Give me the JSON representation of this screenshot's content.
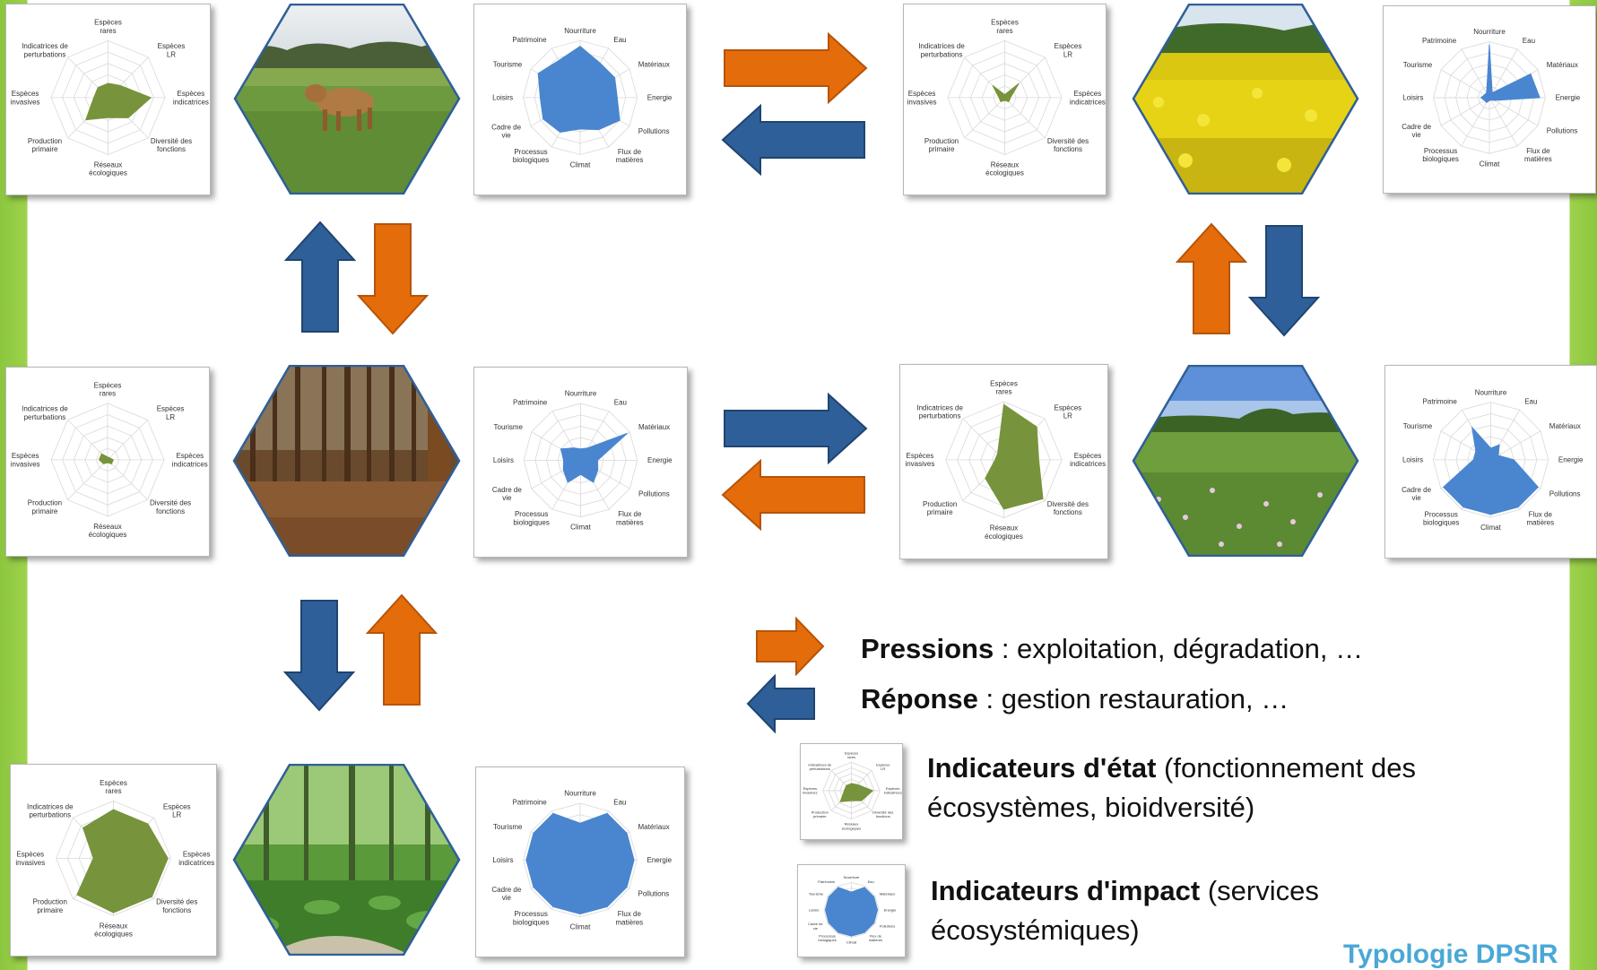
{
  "colors": {
    "state_fill": "#77933c",
    "impact_fill": "#4a86cf",
    "pressure_arrow": "#e46c0a",
    "response_arrow": "#2f5f98",
    "frame_green": "#8cc63f",
    "footer_text": "#49a8d6"
  },
  "state_axes": [
    "Espèces rares",
    "Espèces LR",
    "Espèces indicatrices",
    "Diversité des fonctions",
    "Réseaux écologiques",
    "Production primaire",
    "Espèces invasives",
    "Indicatrices de perturbations"
  ],
  "impact_axes": [
    "Nourriture",
    "Eau",
    "Matériaux",
    "Energie",
    "Pollutions",
    "Flux de matières",
    "Climat",
    "Processus biologiques",
    "Cadre de vie",
    "Loisirs",
    "Tourisme",
    "Patrimoine"
  ],
  "ecosystems": [
    {
      "id": "pasture",
      "photo": "pasture with a cow",
      "state_values": [
        0.25,
        0.3,
        0.75,
        0.5,
        0.35,
        0.55,
        0.25,
        0.25
      ],
      "impact_values": [
        0.9,
        0.7,
        0.7,
        0.65,
        0.8,
        0.65,
        0.55,
        0.7,
        0.75,
        0.7,
        0.85,
        0.75
      ]
    },
    {
      "id": "rapeseed",
      "photo": "rapeseed field",
      "state_values": [
        0.05,
        0.35,
        0.1,
        0.1,
        0.05,
        0.1,
        0.1,
        0.3
      ],
      "impact_values": [
        0.95,
        0.1,
        0.85,
        0.9,
        0.1,
        0.05,
        0.05,
        0.1,
        0.1,
        0.15,
        0.1,
        0.1
      ]
    },
    {
      "id": "plantation",
      "photo": "conifer plantation",
      "state_values": [
        0.05,
        0.05,
        0.1,
        0.1,
        0.05,
        0.1,
        0.15,
        0.15
      ],
      "impact_values": [
        0.2,
        0.25,
        0.95,
        0.3,
        0.35,
        0.45,
        0.25,
        0.45,
        0.35,
        0.3,
        0.4,
        0.25
      ]
    },
    {
      "id": "meadow",
      "photo": "flowering meadow",
      "state_values": [
        0.95,
        0.8,
        0.6,
        0.95,
        0.85,
        0.45,
        0.15,
        0.15
      ],
      "impact_values": [
        0.2,
        0.3,
        0.15,
        0.4,
        0.95,
        0.95,
        0.95,
        0.95,
        0.95,
        0.3,
        0.3,
        0.65
      ]
    },
    {
      "id": "forest",
      "photo": "mixed deciduous forest",
      "state_values": [
        0.85,
        0.85,
        0.95,
        0.95,
        0.95,
        0.9,
        0.35,
        0.75
      ],
      "impact_values": [
        0.65,
        0.95,
        0.95,
        0.95,
        0.95,
        0.95,
        0.95,
        0.95,
        0.95,
        0.95,
        0.95,
        0.95
      ]
    }
  ],
  "legend": {
    "pressure_term": "Pressions",
    "pressure_desc": " : exploitation, dégradation, …",
    "response_term": "Réponse",
    "response_desc": " : gestion restauration, …",
    "state_term": "Indicateurs d'état",
    "state_desc_1": " (fonctionnement des",
    "state_desc_2": "écosystèmes, bioidversité)",
    "impact_term": "Indicateurs d'impact",
    "impact_desc_1": " (services",
    "impact_desc_2": "écosystémiques)"
  },
  "footer": {
    "label": "Typologie DPSIR"
  }
}
